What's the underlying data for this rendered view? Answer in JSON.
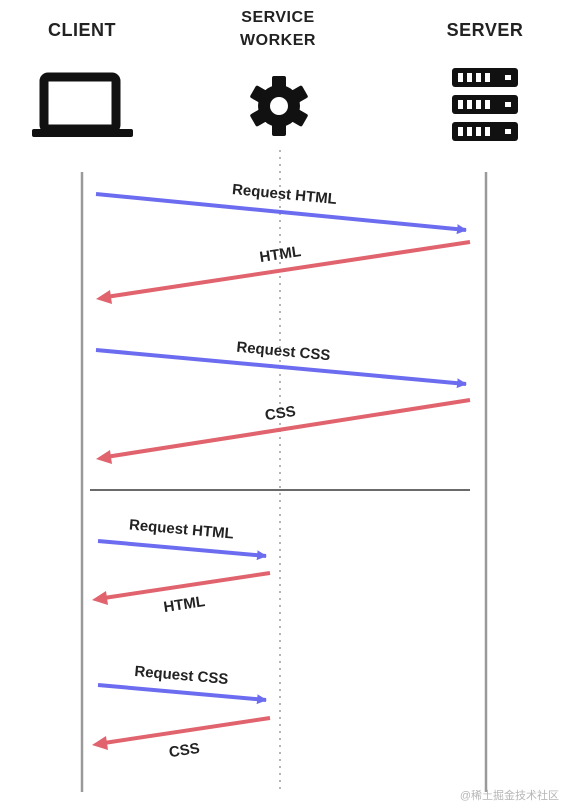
{
  "headers": {
    "client": "CLIENT",
    "service_worker_line1": "SERVICE",
    "service_worker_line2": "WORKER",
    "server": "SERVER"
  },
  "icons": {
    "client": "laptop-icon",
    "service_worker": "gear-icon",
    "server": "server-rack-icon"
  },
  "colors": {
    "request": "#6c6cf0",
    "response": "#e0636d",
    "lifeline": "#9a9a9a",
    "divider": "#555555"
  },
  "network_flow": {
    "messages": [
      {
        "label": "Request HTML",
        "type": "request"
      },
      {
        "label": "HTML",
        "type": "response"
      },
      {
        "label": "Request CSS",
        "type": "request"
      },
      {
        "label": "CSS",
        "type": "response"
      }
    ]
  },
  "cached_flow": {
    "messages": [
      {
        "label": "Request HTML",
        "type": "request"
      },
      {
        "label": "HTML",
        "type": "response"
      },
      {
        "label": "Request CSS",
        "type": "request"
      },
      {
        "label": "CSS",
        "type": "response"
      }
    ]
  },
  "watermark": "@稀土掘金技术社区"
}
